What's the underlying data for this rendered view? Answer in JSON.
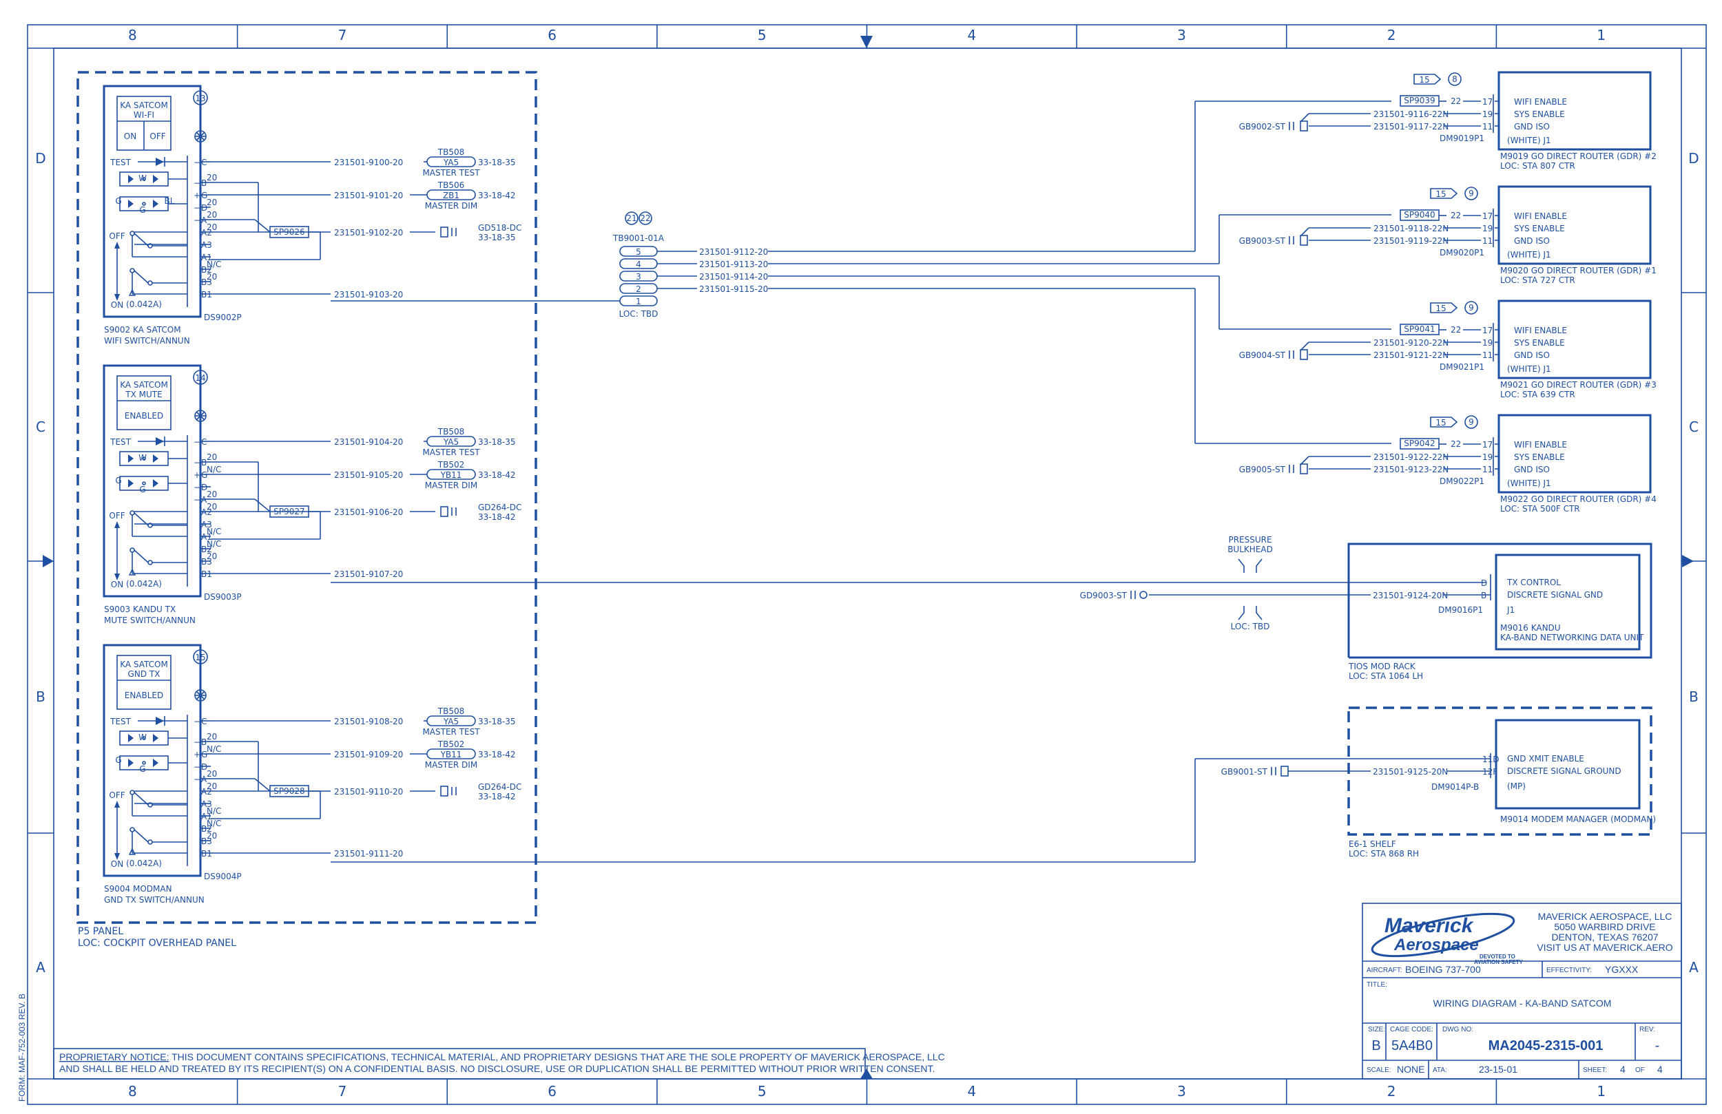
{
  "zones": {
    "columns": [
      "8",
      "7",
      "6",
      "5",
      "4",
      "3",
      "2",
      "1"
    ],
    "rows": [
      "D",
      "C",
      "B",
      "A"
    ]
  },
  "panel": {
    "name": "P5 PANEL",
    "loc": "LOC: COCKPIT OVERHEAD PANEL",
    "common": {
      "test": "TEST",
      "off": "OFF",
      "on": "ON",
      "pins": [
        "C",
        "B",
        "G",
        "D",
        "A",
        "A2",
        "A3",
        "A1",
        "B2",
        "B3",
        "B1"
      ],
      "pin_signs": [
        "−",
        "−",
        "+",
        "−",
        "−",
        "",
        "",
        "",
        "",
        "",
        ""
      ],
      "rating": "(0.042A)",
      "lamp_w": "W",
      "lamp_g": "G",
      "lamp_bl": "BL",
      "nc": "N/C",
      "ga": "20"
    },
    "switches": [
      {
        "callout": "13",
        "legend": [
          "KA SATCOM",
          "WI-FI"
        ],
        "lower": [
          "ON",
          "OFF"
        ],
        "connector": "DS9002P",
        "label": [
          "S9002 KA SATCOM",
          "WIFI SWITCH/ANNUN"
        ],
        "splice": "SP9026",
        "wires": [
          "231501-9100-20",
          "231501-9101-20",
          "231501-9102-20",
          "231501-9103-20"
        ],
        "tb1": {
          "id": "TB508",
          "term": "YA5",
          "desc": "MASTER TEST",
          "ref": "33-18-35"
        },
        "tb2": {
          "id": "TB506",
          "term": "ZB1",
          "desc": "MASTER DIM",
          "ref": "33-18-42"
        },
        "gnd": {
          "id": "GD518-DC",
          "ref": "33-18-35"
        }
      },
      {
        "callout": "14",
        "legend": [
          "KA SATCOM",
          "TX MUTE"
        ],
        "lower": [
          "ENABLED"
        ],
        "connector": "DS9003P",
        "label": [
          "S9003 KANDU TX",
          "MUTE SWITCH/ANNUN"
        ],
        "splice": "SP9027",
        "wires": [
          "231501-9104-20",
          "231501-9105-20",
          "231501-9106-20",
          "231501-9107-20"
        ],
        "tb1": {
          "id": "TB508",
          "term": "YA5",
          "desc": "MASTER TEST",
          "ref": "33-18-35"
        },
        "tb2": {
          "id": "TB502",
          "term": "YB11",
          "desc": "MASTER DIM",
          "ref": "33-18-42"
        },
        "gnd": {
          "id": "GD264-DC",
          "ref": "33-18-42"
        }
      },
      {
        "callout": "15",
        "legend": [
          "KA SATCOM",
          "GND TX"
        ],
        "lower": [
          "ENABLED"
        ],
        "connector": "DS9004P",
        "label": [
          "S9004 MODMAN",
          "GND TX SWITCH/ANNUN"
        ],
        "splice": "SP9028",
        "wires": [
          "231501-9108-20",
          "231501-9109-20",
          "231501-9110-20",
          "231501-9111-20"
        ],
        "tb1": {
          "id": "TB508",
          "term": "YA5",
          "desc": "MASTER TEST",
          "ref": "33-18-35"
        },
        "tb2": {
          "id": "TB502",
          "term": "YB11",
          "desc": "MASTER DIM",
          "ref": "33-18-42"
        },
        "gnd": {
          "id": "GD264-DC",
          "ref": "33-18-42"
        }
      }
    ]
  },
  "terminal_block": {
    "callouts": [
      "21",
      "22"
    ],
    "id": "TB9001-01A",
    "loc": "LOC: TBD",
    "terminals": [
      "5",
      "4",
      "3",
      "2",
      "1"
    ],
    "wires": [
      "231501-9112-20",
      "231501-9113-20",
      "231501-9114-20",
      "231501-9115-20"
    ]
  },
  "routers": [
    {
      "flag": "15",
      "circle": "8",
      "splice": "SP9039",
      "pin_wire": "22",
      "wires": [
        "231501-9116-22N",
        "231501-9117-22N"
      ],
      "gnd": "GB9002-ST",
      "conn": "DM9019P1",
      "pins": [
        "17",
        "19",
        "11"
      ],
      "signals": [
        "WIFI ENABLE",
        "SYS ENABLE",
        "GND ISO",
        "(WHITE) J1"
      ],
      "title": "M9019 GO DIRECT ROUTER (GDR) #2",
      "loc": "LOC: STA 807 CTR"
    },
    {
      "flag": "15",
      "circle": "9",
      "splice": "SP9040",
      "pin_wire": "22",
      "wires": [
        "231501-9118-22N",
        "231501-9119-22N"
      ],
      "gnd": "GB9003-ST",
      "conn": "DM9020P1",
      "pins": [
        "17",
        "19",
        "11"
      ],
      "signals": [
        "WIFI ENABLE",
        "SYS ENABLE",
        "GND ISO",
        "(WHITE) J1"
      ],
      "title": "M9020 GO DIRECT ROUTER (GDR) #1",
      "loc": "LOC: STA 727 CTR"
    },
    {
      "flag": "15",
      "circle": "9",
      "splice": "SP9041",
      "pin_wire": "22",
      "wires": [
        "231501-9120-22N",
        "231501-9121-22N"
      ],
      "gnd": "GB9004-ST",
      "conn": "DM9021P1",
      "pins": [
        "17",
        "19",
        "11"
      ],
      "signals": [
        "WIFI ENABLE",
        "SYS ENABLE",
        "GND ISO",
        "(WHITE) J1"
      ],
      "title": "M9021 GO DIRECT ROUTER (GDR) #3",
      "loc": "LOC: STA 639 CTR"
    },
    {
      "flag": "15",
      "circle": "9",
      "splice": "SP9042",
      "pin_wire": "22",
      "wires": [
        "231501-9122-22N",
        "231501-9123-22N"
      ],
      "gnd": "GB9005-ST",
      "conn": "DM9022P1",
      "pins": [
        "17",
        "19",
        "11"
      ],
      "signals": [
        "WIFI ENABLE",
        "SYS ENABLE",
        "GND ISO",
        "(WHITE) J1"
      ],
      "title": "M9022 GO DIRECT ROUTER (GDR) #4",
      "loc": "LOC: STA 500F CTR"
    }
  ],
  "bulkhead": {
    "label": [
      "PRESSURE",
      "BULKHEAD"
    ],
    "loc": "LOC: TBD"
  },
  "kandu": {
    "gnd": "GD9003-ST",
    "wire": "231501-9124-20N",
    "conn": "DM9016P1",
    "pins": [
      "D",
      "B"
    ],
    "signals": [
      "TX CONTROL",
      "DISCRETE SIGNAL GND",
      "J1"
    ],
    "title": [
      "M9016 KANDU",
      "KA-BAND NETWORKING DATA UNIT"
    ],
    "rack": [
      "TIOS MOD RACK",
      "LOC: STA 1064 LH"
    ]
  },
  "modman": {
    "gnd": "GB9001-ST",
    "wire": "231501-9125-20N",
    "conn": "DM9014P-B",
    "pins": [
      "11D",
      "12F"
    ],
    "signals": [
      "GND XMIT ENABLE",
      "DISCRETE SIGNAL GROUND",
      "(MP)"
    ],
    "title": "M9014 MODEM MANAGER (MODMAN)",
    "shelf": [
      "E6-1 SHELF",
      "LOC: STA 868 RH"
    ]
  },
  "notice": {
    "lead": "PROPRIETARY NOTICE:",
    "line1": " THIS DOCUMENT CONTAINS SPECIFICATIONS, TECHNICAL MATERIAL, AND PROPRIETARY DESIGNS THAT ARE THE SOLE PROPERTY OF MAVERICK AEROSPACE, LLC",
    "line2": "AND SHALL BE HELD AND TREATED BY ITS RECIPIENT(S) ON A CONFIDENTIAL BASIS. NO DISCLOSURE, USE OR DUPLICATION SHALL BE PERMITTED WITHOUT PRIOR WRITTEN CONSENT."
  },
  "form_ref": "FORM: MAF-752-003 REV. B",
  "title_block": {
    "logo": {
      "line1": "Maverick",
      "line2": "Aerospace",
      "tag1": "DEVOTED TO",
      "tag2": "AVIATION SAFETY"
    },
    "company": [
      "MAVERICK AEROSPACE, LLC",
      "5050 WARBIRD DRIVE",
      "DENTON, TEXAS 76207",
      "VISIT US AT MAVERICK.AERO"
    ],
    "aircraft_label": "AIRCRAFT:",
    "aircraft": "BOEING 737-700",
    "effectivity_label": "EFFECTIVITY:",
    "effectivity": "YGXXX",
    "title_label": "TITLE:",
    "title": "WIRING DIAGRAM - KA-BAND SATCOM",
    "size_label": "SIZE:",
    "size": "B",
    "cage_label": "CAGE CODE:",
    "cage": "5A4B0",
    "dwg_label": "DWG NO:",
    "dwg": "MA2045-2315-001",
    "rev_label": "REV:",
    "rev": "-",
    "scale_label": "SCALE:",
    "scale": "NONE",
    "ata_label": "ATA:",
    "ata": "23-15-01",
    "sheet_label": "SHEET:",
    "sheet": "4",
    "of_label": "OF",
    "of": "4"
  }
}
